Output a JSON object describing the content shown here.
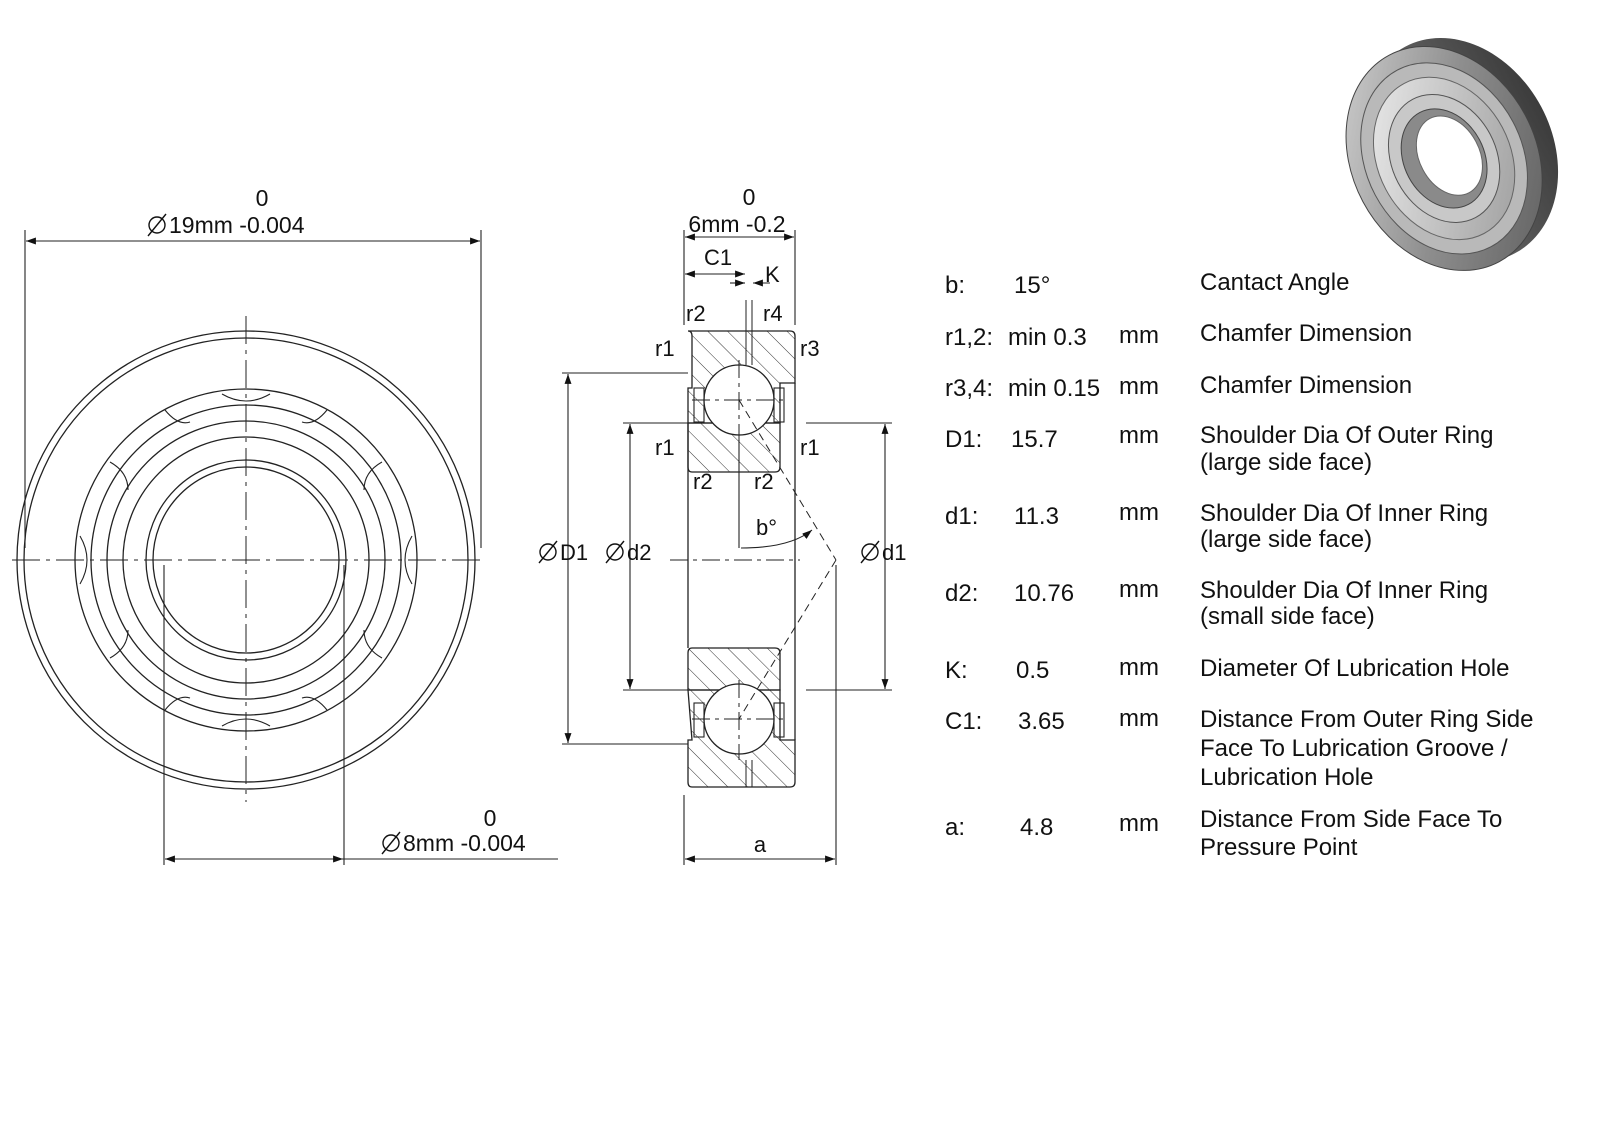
{
  "front_view": {
    "outer_tol": "0",
    "outer_dim": "19mm -0.004",
    "bore_tol": "0",
    "bore_dim": "8mm -0.004"
  },
  "section_view": {
    "width_tol": "0",
    "width_dim": "6mm -0.2",
    "c1": "C1",
    "k": "K",
    "r1": "r1",
    "r2": "r2",
    "r3": "r3",
    "r4": "r4",
    "d1_outer": "D1",
    "d2": "d2",
    "d1_inner": "d1",
    "angle": "b°",
    "a": "a"
  },
  "specs": [
    {
      "sym": "b:",
      "val": "15°",
      "unit": "",
      "desc": [
        "Cantact Angle"
      ]
    },
    {
      "sym": "r1,2:",
      "val": "min 0.3",
      "unit": "mm",
      "desc": [
        "Chamfer Dimension"
      ]
    },
    {
      "sym": "r3,4:",
      "val": "min 0.15",
      "unit": "mm",
      "desc": [
        "Chamfer Dimension"
      ]
    },
    {
      "sym": "D1:",
      "val": "15.7",
      "unit": "mm",
      "desc": [
        "Shoulder Dia Of Outer Ring",
        "(large side face)"
      ]
    },
    {
      "sym": "d1:",
      "val": "11.3",
      "unit": "mm",
      "desc": [
        "Shoulder Dia Of Inner Ring",
        "(large side face)"
      ]
    },
    {
      "sym": "d2:",
      "val": "10.76",
      "unit": "mm",
      "desc": [
        "Shoulder Dia Of Inner Ring",
        "(small side face)"
      ]
    },
    {
      "sym": "K:",
      "val": "0.5",
      "unit": "mm",
      "desc": [
        "Diameter Of Lubrication Hole"
      ]
    },
    {
      "sym": "C1:",
      "val": "3.65",
      "unit": "mm",
      "desc": [
        "Distance From Outer Ring Side",
        "Face To Lubrication Groove /",
        "Lubrication Hole"
      ]
    },
    {
      "sym": "a:",
      "val": "4.8",
      "unit": "mm",
      "desc": [
        "Distance From Side Face To",
        "Pressure Point"
      ]
    }
  ]
}
